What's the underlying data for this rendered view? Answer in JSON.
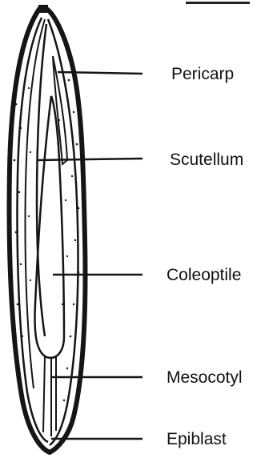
{
  "diagram": {
    "labels": {
      "pericarp": "Pericarp",
      "scutellum": "Scutellum",
      "coleoptile": "Coleoptile",
      "mesocotyl": "Mesocotyl",
      "epiblast": "Epiblast"
    },
    "ink_color": "#151515"
  }
}
